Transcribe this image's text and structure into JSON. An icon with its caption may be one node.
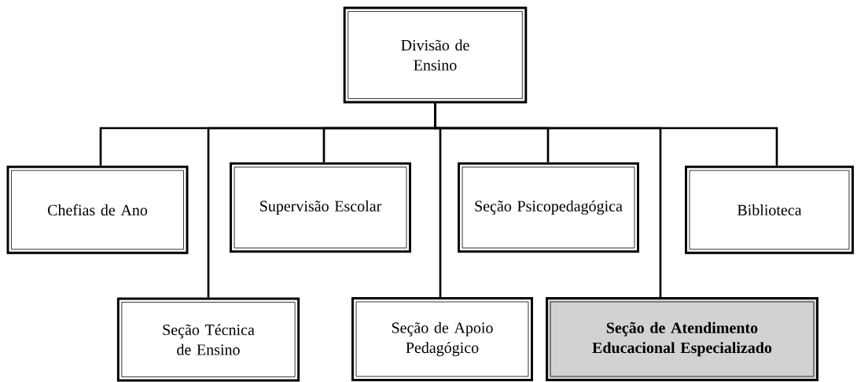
{
  "diagram": {
    "nodes": [
      {
        "text": [
          "Divisão de Ensino"
        ]
      },
      {
        "text": [
          "Chefias de Ano"
        ]
      },
      {
        "text": [
          "Supervisão Escolar"
        ]
      },
      {
        "text": [
          "Seção Psicopedagógica"
        ]
      },
      {
        "text": [
          "Biblioteca"
        ]
      },
      {
        "text": [
          "Seção Técnica de Ensino"
        ]
      },
      {
        "text": [
          "Seção de Apoio Pedagógico"
        ]
      },
      {
        "text": [
          "Seção de Atendimento Educacional Especializado"
        ]
      }
    ],
    "edges": [
      {
        "from": 0,
        "to": 1,
        "arrow": "none"
      },
      {
        "from": 0,
        "to": 5,
        "arrow": "none"
      },
      {
        "from": 0,
        "to": 2,
        "arrow": "none"
      },
      {
        "from": 0,
        "to": 6,
        "arrow": "none"
      },
      {
        "from": 0,
        "to": 3,
        "arrow": "none"
      },
      {
        "from": 0,
        "to": 7,
        "arrow": "none"
      },
      {
        "from": 0,
        "to": 4,
        "arrow": "none"
      }
    ]
  }
}
